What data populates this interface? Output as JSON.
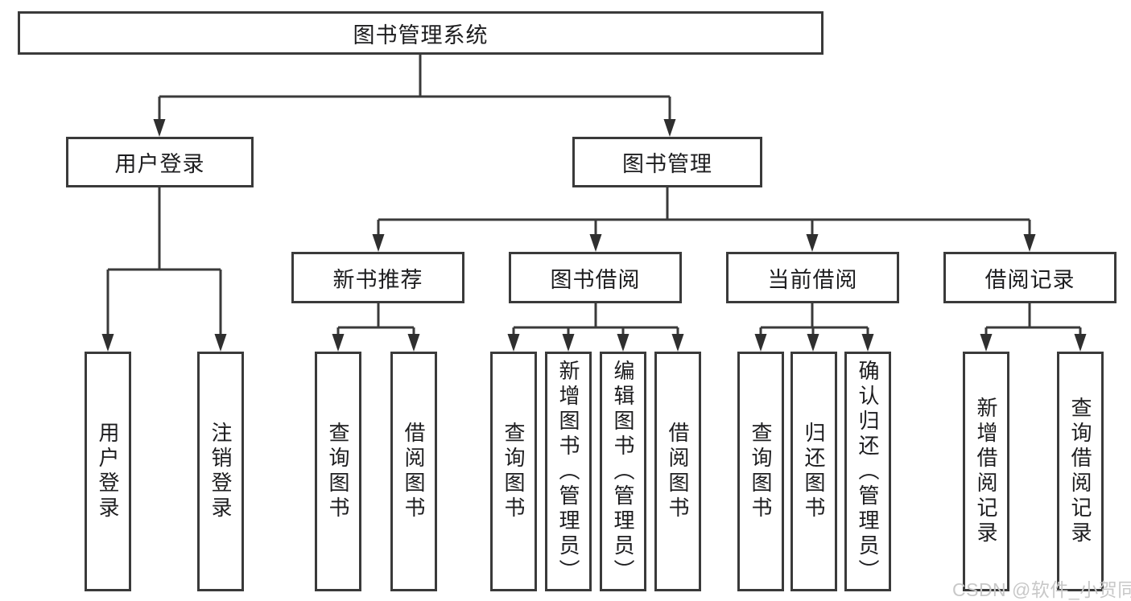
{
  "tree": {
    "label": "图书管理系统",
    "children": [
      {
        "label": "用户登录",
        "children": [
          {
            "label": "用户登录"
          },
          {
            "label": "注销登录"
          }
        ]
      },
      {
        "label": "图书管理",
        "children": [
          {
            "label": "新书推荐",
            "children": [
              {
                "label": "查询图书"
              },
              {
                "label": "借阅图书"
              }
            ]
          },
          {
            "label": "图书借阅",
            "children": [
              {
                "label": "查询图书"
              },
              {
                "label": "新增图书（管理员）"
              },
              {
                "label": "编辑图书（管理员）"
              },
              {
                "label": "借阅图书"
              }
            ]
          },
          {
            "label": "当前借阅",
            "children": [
              {
                "label": "查询图书"
              },
              {
                "label": "归还图书"
              },
              {
                "label": "确认归还（管理员）"
              }
            ]
          },
          {
            "label": "借阅记录",
            "children": [
              {
                "label": "新增借阅记录"
              },
              {
                "label": "查询借阅记录"
              }
            ]
          }
        ]
      }
    ]
  },
  "watermark": {
    "text": "CSDN @软件_小贺同学"
  },
  "colors": {
    "line": "#3a3a3a",
    "box_border": "#3a3a3a",
    "text": "#1d1d1f",
    "watermark": "#c8c8c8",
    "background": "#ffffff"
  }
}
